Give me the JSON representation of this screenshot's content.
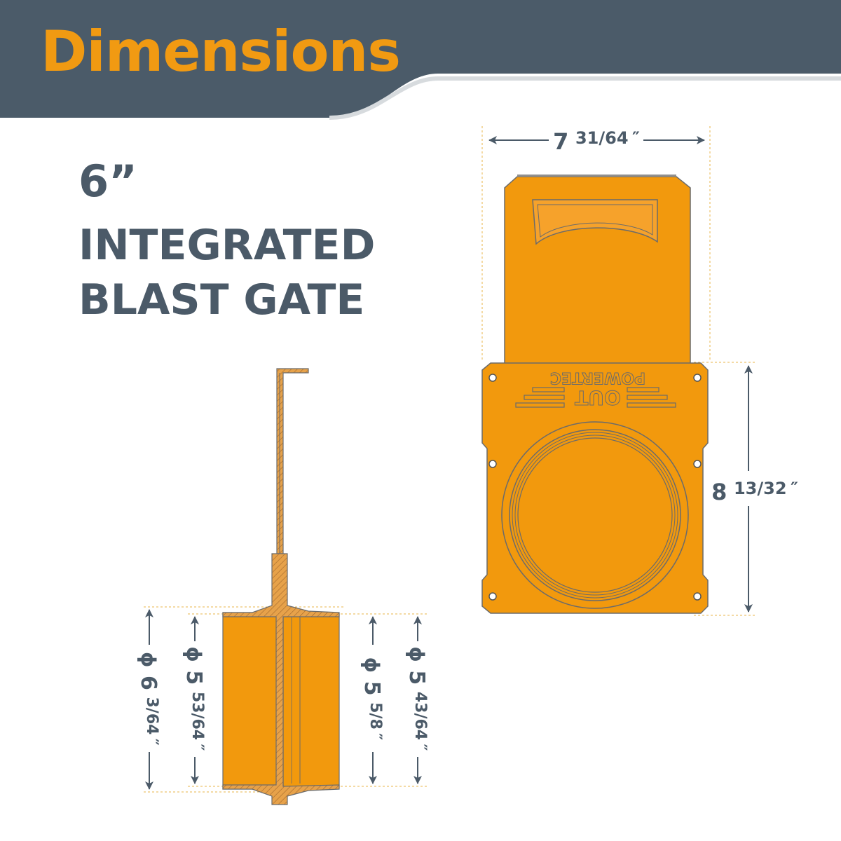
{
  "header": {
    "title": "Dimensions"
  },
  "product": {
    "size": "6”",
    "line1": "INTEGRATED",
    "line2": "BLAST GATE"
  },
  "top_view": {
    "body_label": "POWERTEC",
    "outlet_label": "OUT"
  },
  "dimensions": {
    "width": {
      "whole": "7",
      "fraction": "31/64",
      "unit": "″"
    },
    "height": {
      "whole": "8",
      "fraction": "13/32",
      "unit": "″"
    },
    "flange_diameter": {
      "symbol": "ϕ",
      "whole": "6",
      "fraction": "3/64",
      "unit": "″"
    },
    "inlet_outer_diameter": {
      "symbol": "ϕ",
      "whole": "5",
      "fraction": "53/64",
      "unit": "″"
    },
    "outlet_inner_diameter": {
      "symbol": "ϕ",
      "whole": "5",
      "fraction": "5/8",
      "unit": "″"
    },
    "outlet_outer_diameter": {
      "symbol": "ϕ",
      "whole": "5",
      "fraction": "43/64",
      "unit": "″"
    }
  },
  "colors": {
    "banner": "#4b5b69",
    "accent": "#f19a12",
    "text": "#4b5a68",
    "part_fill": "#f2990d",
    "part_stroke": "#6b6b6b",
    "guide": "#e8b44a"
  }
}
